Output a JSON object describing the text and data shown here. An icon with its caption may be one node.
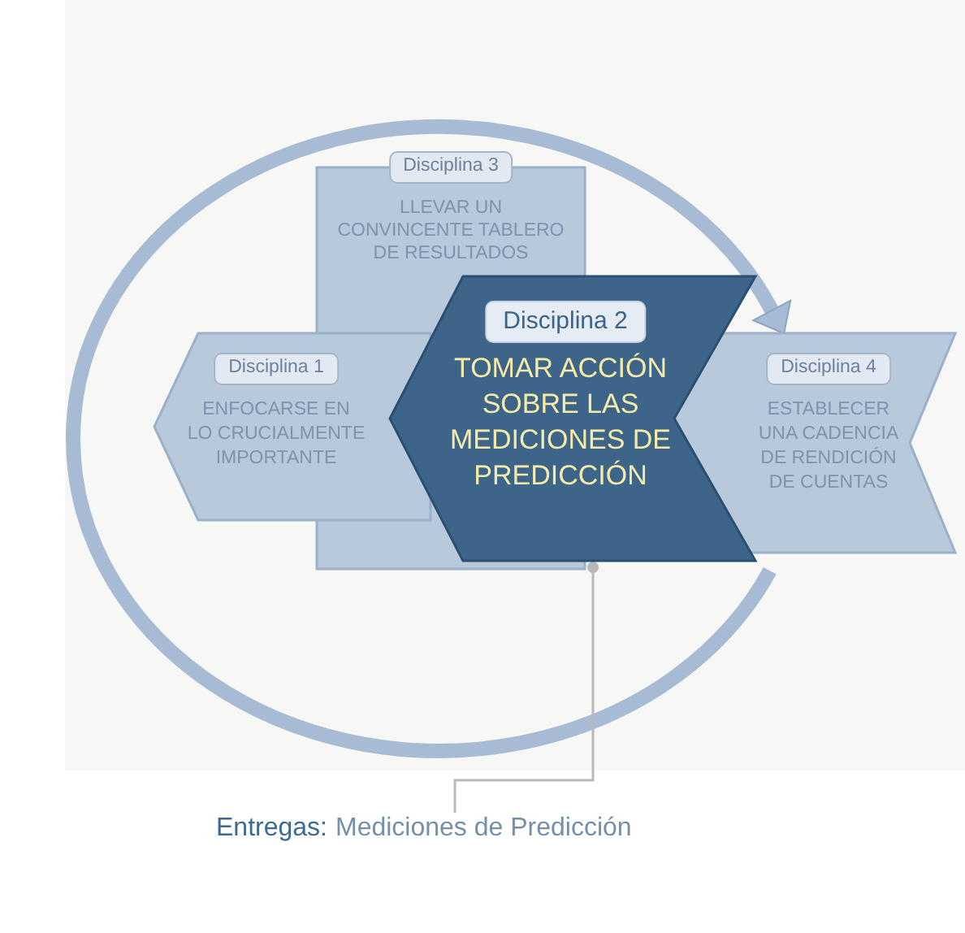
{
  "diagram": {
    "nodes": [
      {
        "text": [
          "Disciplina 3",
          "LLEVAR UN CONVINCENTE TABLERO DE RESULTADOS"
        ]
      },
      {
        "text": [
          "Disciplina 1",
          "ENFOCARSE EN LO CRUCIALMENTE IMPORTANTE"
        ]
      },
      {
        "text": [
          "Disciplina 2",
          "TOMAR ACCIÓN SOBRE LAS MEDICIONES DE PREDICCIÓN"
        ]
      },
      {
        "text": [
          "Disciplina 4",
          "ESTABLECER UNA CADENCIA DE RENDICIÓN DE CUENTAS"
        ]
      },
      {
        "text": [
          "Entregas:",
          "Mediciones de Predicción"
        ]
      }
    ],
    "edges": [
      {
        "from": null,
        "to": 3,
        "arrow": "to",
        "style": "thick",
        "color": "#a7bbd4"
      },
      {
        "from": 4,
        "to": 2,
        "arrow": "other"
      }
    ]
  }
}
